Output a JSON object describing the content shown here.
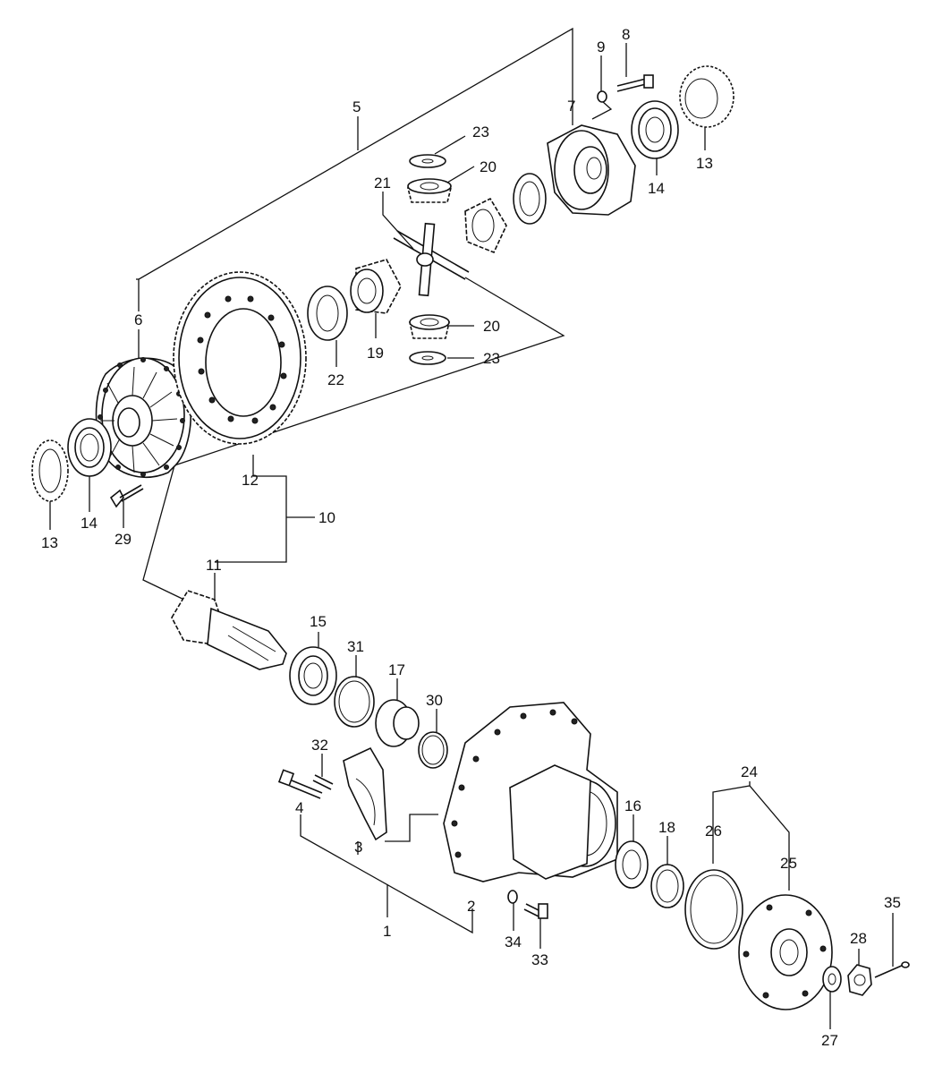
{
  "callouts": {
    "c1": "1",
    "c2": "2",
    "c3": "3",
    "c4": "4",
    "c5": "5",
    "c6": "6",
    "c7": "7",
    "c8": "8",
    "c9": "9",
    "c10": "10",
    "c11": "11",
    "c12": "12",
    "c13a": "13",
    "c13b": "13",
    "c14a": "14",
    "c14b": "14",
    "c15": "15",
    "c16": "16",
    "c17": "17",
    "c18": "18",
    "c19": "19",
    "c20a": "20",
    "c20b": "20",
    "c21": "21",
    "c22": "22",
    "c23a": "23",
    "c23b": "23",
    "c24": "24",
    "c25": "25",
    "c26": "26",
    "c27": "27",
    "c28": "28",
    "c29": "29",
    "c30": "30",
    "c31": "31",
    "c32": "32",
    "c33": "33",
    "c34": "34",
    "c35": "35"
  }
}
